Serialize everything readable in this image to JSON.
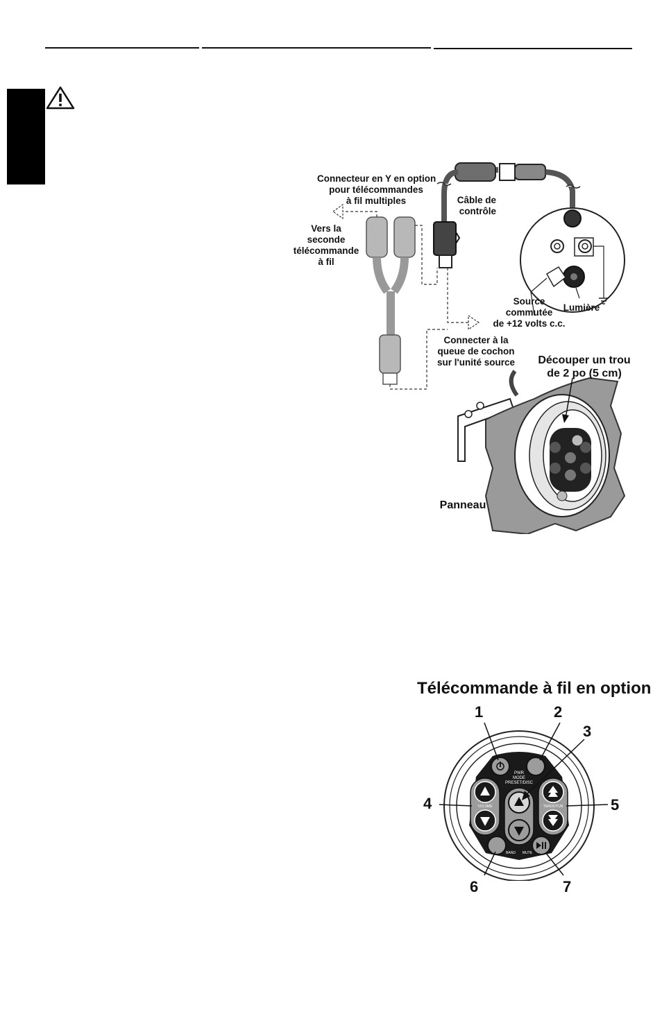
{
  "diagram_install": {
    "labels": {
      "y_connector": [
        "Connecteur en Y en option",
        "pour télécommandes",
        "à fil multiples"
      ],
      "second_remote": [
        "Vers la",
        "seconde",
        "télécommande",
        "à fil"
      ],
      "control_cable": [
        "Câble de",
        "contrôle"
      ],
      "switched_source": [
        "Source",
        "commutée",
        "de +12 volts c.c."
      ],
      "light": "Lumière",
      "pigtail": [
        "Connecter à la",
        "queue de cochon",
        "sur l'unité source"
      ],
      "cut_hole": [
        "Découper un trou",
        "de 2 po (5 cm)"
      ],
      "panel": "Panneau"
    }
  },
  "remote_diagram": {
    "title": "Télécommande à fil en option",
    "callouts": [
      "1",
      "2",
      "3",
      "4",
      "5",
      "6",
      "7"
    ],
    "button_text": {
      "pwr": "PWR",
      "mode": "MODE",
      "preset": "PRESET/DISC",
      "volume": "VOLUME",
      "track": "TRACK/TUN",
      "band": "BAND",
      "mute": "MUTE"
    }
  },
  "icons": [
    "warning-icon"
  ]
}
